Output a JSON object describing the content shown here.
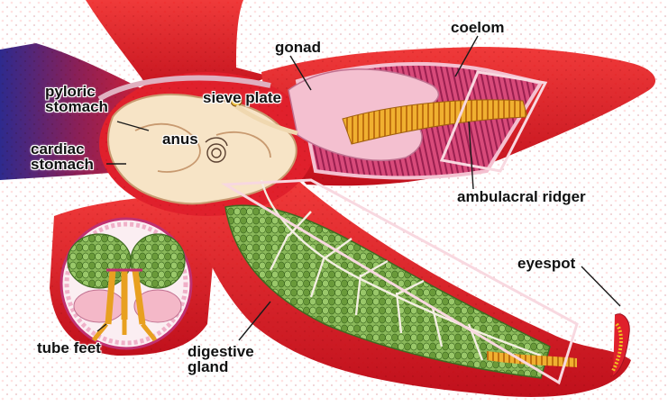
{
  "labels": {
    "gonad": "gonad",
    "coelom": "coelom",
    "pyloric_stomach": [
      "pyloric",
      "stomach"
    ],
    "sieve_plate": "sieve plate",
    "anus": "anus",
    "cardiac_stomach": [
      "cardiac",
      "stomach"
    ],
    "ambulacral_ridge": "ambulacral ridger",
    "eyespot": "eyespot",
    "tube_feet": "tube feet",
    "digestive_gland": [
      "digestive",
      "gland"
    ]
  },
  "colors": {
    "body_red": "#e8202a",
    "body_dark": "#b0101c",
    "body_blue": "#3a2a8a",
    "stomach_cream": "#f6e2c4",
    "gonad_pink": "#f2b8c8",
    "digestive_green": "#7aa84a",
    "ampulla_orange": "#e8a020",
    "canal_magenta": "#c03070"
  }
}
